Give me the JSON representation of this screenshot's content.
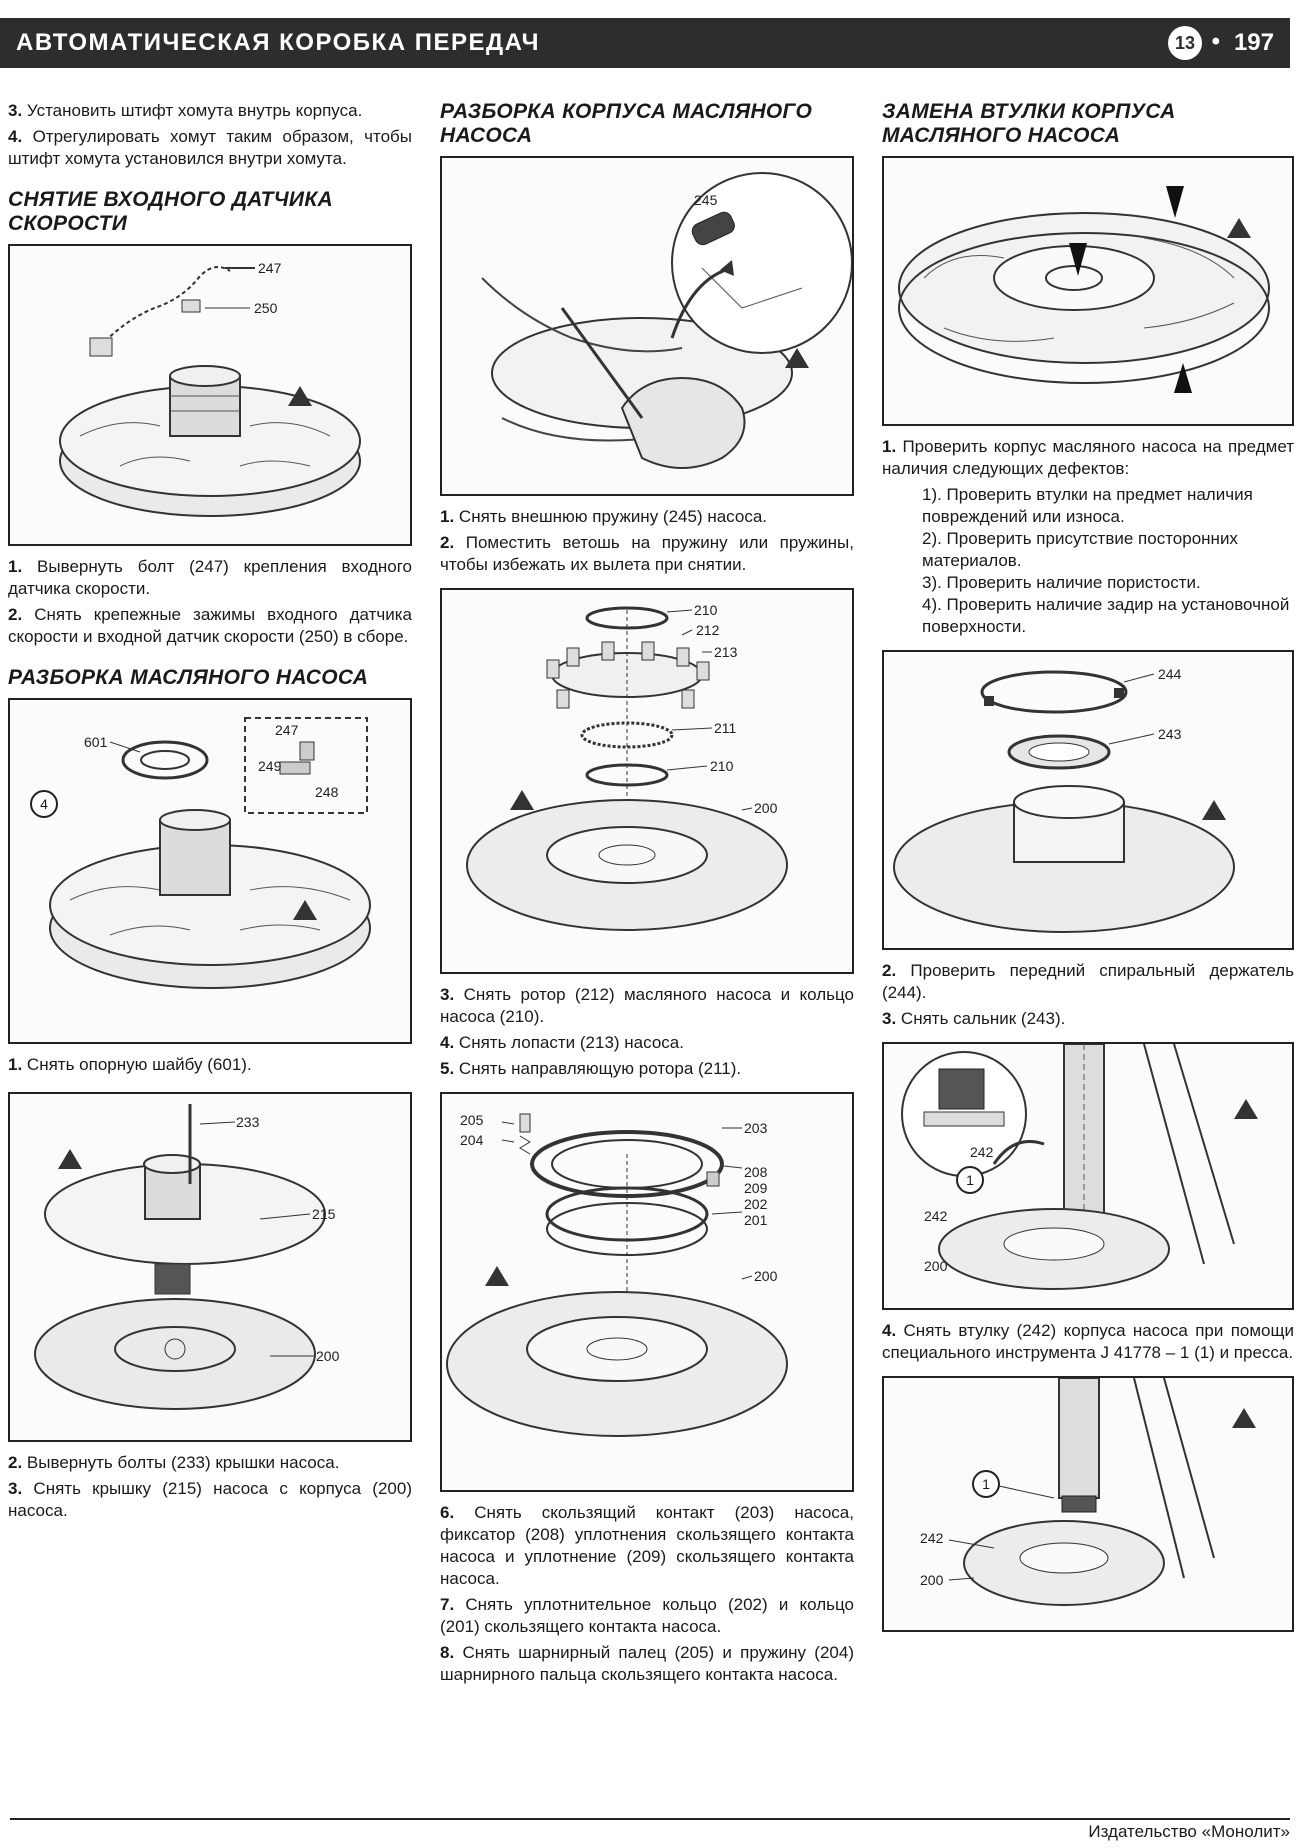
{
  "header": {
    "title": "Автоматическая коробка передач",
    "chapter": "13",
    "separator": "•",
    "page_number": "197"
  },
  "col1": {
    "intro": [
      {
        "num": "3.",
        "text": "Установить штифт хомута внутрь корпуса."
      },
      {
        "num": "4.",
        "text": "Отрегулировать хомут таким образом, чтобы штифт хомута установился внутри хомута."
      }
    ],
    "section1": {
      "heading": "Снятие входного датчика скорости",
      "figure_labels": [
        "247",
        "250"
      ],
      "steps": [
        {
          "num": "1.",
          "text": "Вывернуть болт (247) крепления входного датчика скорости."
        },
        {
          "num": "2.",
          "text": "Снять крепежные зажимы входного датчика скорости и входной датчик скорости (250) в сборе."
        }
      ]
    },
    "section2": {
      "heading": "Разборка масляного насоса",
      "figure1_labels": [
        "601",
        "4",
        "247",
        "249",
        "248"
      ],
      "step1": {
        "num": "1.",
        "text": "Снять опорную шайбу (601)."
      },
      "figure2_labels": [
        "233",
        "215",
        "200"
      ],
      "steps": [
        {
          "num": "2.",
          "text": "Вывернуть болты (233) крышки насоса."
        },
        {
          "num": "3.",
          "text": "Снять крышку (215) насоса с корпуса (200) насоса."
        }
      ]
    }
  },
  "col2": {
    "heading": "Разборка корпуса масляного насоса",
    "figure1_labels": [
      "245"
    ],
    "steps1": [
      {
        "num": "1.",
        "text": "Снять внешнюю пружину (245) насоса."
      },
      {
        "num": "2.",
        "text": "Поместить ветошь на пружину или пружины, чтобы избежать их вылета при снятии."
      }
    ],
    "figure2_labels": [
      "210",
      "212",
      "213",
      "211",
      "210",
      "200"
    ],
    "steps2": [
      {
        "num": "3.",
        "text": "Снять ротор (212) масляного насоса и кольцо насоса (210)."
      },
      {
        "num": "4.",
        "text": "Снять лопасти (213) насоса."
      },
      {
        "num": "5.",
        "text": "Снять направляющую ротора (211)."
      }
    ],
    "figure3_labels": [
      "205",
      "204",
      "203",
      "208",
      "209",
      "202",
      "201",
      "200"
    ],
    "steps3": [
      {
        "num": "6.",
        "text": "Снять скользящий контакт (203) насоса, фиксатор (208) уплотнения скользящего контакта насоса и уплотнение (209) скользящего контакта насоса."
      },
      {
        "num": "7.",
        "text": "Снять уплотнительное кольцо (202) и кольцо (201) скользящего контакта насоса."
      },
      {
        "num": "8.",
        "text": "Снять шарнирный палец (205) и пружину (204) шарнирного пальца скользящего контакта насоса."
      }
    ]
  },
  "col3": {
    "heading": "Замена втулки корпуса масляного насоса",
    "step1": {
      "num": "1.",
      "text": "Проверить корпус масляного насоса на предмет наличия следующих дефектов:"
    },
    "checks": [
      "1). Проверить втулки на предмет наличия повреждений или износа.",
      "2). Проверить присутствие посторонних материалов.",
      "3). Проверить наличие пористости.",
      "4). Проверить наличие задир на установочной поверхности."
    ],
    "figure2_labels": [
      "244",
      "243"
    ],
    "steps2": [
      {
        "num": "2.",
        "text": "Проверить передний спиральный держатель (244)."
      },
      {
        "num": "3.",
        "text": "Снять сальник (243)."
      }
    ],
    "figure3_labels": [
      "242",
      "1",
      "242",
      "200"
    ],
    "step4": {
      "num": "4.",
      "text": "Снять втулку (242) корпуса насоса при помощи специального инструмента J 41778 – 1 (1) и пресса."
    },
    "figure4_labels": [
      "1",
      "242",
      "200"
    ]
  },
  "footer": {
    "publisher": "Издательство «Монолит»"
  },
  "icons": [
    "warning-triangle-icon",
    "arrow-icon"
  ]
}
